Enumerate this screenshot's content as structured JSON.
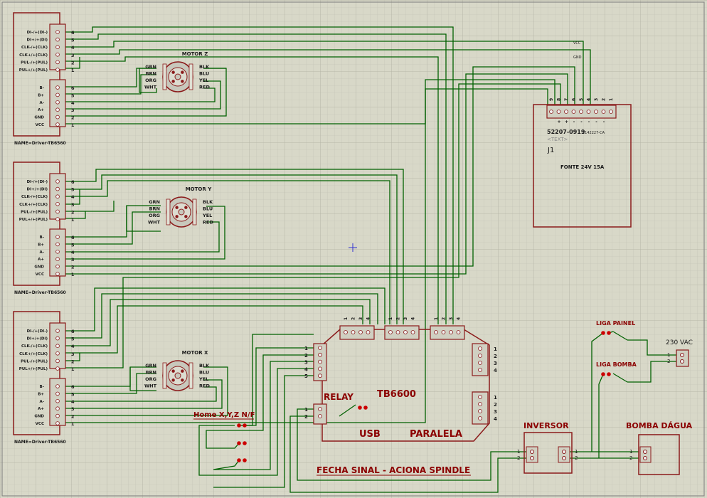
{
  "colors": {
    "background": "#d8d8c8",
    "grid_minor": "#c2c2b4",
    "grid_major": "#b0b0a2",
    "wire": "#006000",
    "component": "#8b1a1a",
    "label": "#8b0000",
    "text_dark": "#1a1a1a",
    "marker": "#3030d0"
  },
  "drivers": [
    {
      "id": "driver-1",
      "name_label": "NAME=Driver-TB6560",
      "top_pins": [
        "DI-/+(DI-)",
        "DI+/+(DI)",
        "CLK-/+(CLK)",
        "CLK+/+(CLK)",
        "PUL-/+(PUL)",
        "PUL+/+(PUL)"
      ],
      "top_numbers": [
        "6",
        "5",
        "4",
        "3",
        "2",
        "1"
      ],
      "bottom_pins": [
        "B-",
        "B+",
        "A-",
        "A+",
        "GND",
        "VCC"
      ],
      "bottom_numbers": [
        "6",
        "5",
        "4",
        "3",
        "2",
        "1"
      ]
    },
    {
      "id": "driver-2",
      "name_label": "NAME=Driver-TB6560",
      "top_pins": [
        "DI-/+(DI-)",
        "DI+/+(DI)",
        "CLK-/+(CLK)",
        "CLK+/+(CLK)",
        "PUL-/+(PUL)",
        "PUL+/+(PUL)"
      ],
      "top_numbers": [
        "6",
        "5",
        "4",
        "3",
        "2",
        "1"
      ],
      "bottom_pins": [
        "B-",
        "B+",
        "A-",
        "A+",
        "GND",
        "VCC"
      ],
      "bottom_numbers": [
        "6",
        "5",
        "4",
        "3",
        "2",
        "1"
      ]
    },
    {
      "id": "driver-3",
      "name_label": "NAME=Driver-TB6560",
      "top_pins": [
        "DI-/+(DI-)",
        "DI+/+(DI)",
        "CLK-/+(CLK)",
        "CLK+/+(CLK)",
        "PUL-/+(PUL)",
        "PUL+/+(PUL)"
      ],
      "top_numbers": [
        "6",
        "5",
        "4",
        "3",
        "2",
        "1"
      ],
      "bottom_pins": [
        "B-",
        "B+",
        "A-",
        "A+",
        "GND",
        "VCC"
      ],
      "bottom_numbers": [
        "6",
        "5",
        "4",
        "3",
        "2",
        "1"
      ]
    }
  ],
  "motors": [
    {
      "id": "motor-z",
      "title": "MOTOR Z",
      "left_wires": [
        "GRN",
        "BRN",
        "ORG",
        "WHT"
      ],
      "right_wires": [
        "BLK",
        "BLU",
        "YEL",
        "RED"
      ]
    },
    {
      "id": "motor-y",
      "title": "MOTOR Y",
      "left_wires": [
        "GRN",
        "BRN",
        "ORG",
        "WHT"
      ],
      "right_wires": [
        "BLK",
        "BLU",
        "YEL",
        "RED"
      ]
    },
    {
      "id": "motor-x",
      "title": "MOTOR X",
      "left_wires": [
        "GRN",
        "BRN",
        "ORG",
        "WHT"
      ],
      "right_wires": [
        "BLK",
        "BLU",
        "YEL",
        "RED"
      ]
    }
  ],
  "power_supply": {
    "part": "52207-0919",
    "part_extra": "1142227-CA",
    "text_placeholder": "<TEXT>",
    "ref": "J1",
    "label": "FONTE 24V 15A",
    "net_vcc": "VCC",
    "net_gnd": "GND",
    "pin_numbers": [
      "9",
      "8",
      "7",
      "6",
      "5",
      "4",
      "3",
      "2",
      "1"
    ],
    "pin_signs": [
      "+",
      "+",
      "-",
      "-",
      "-",
      "-",
      "-"
    ]
  },
  "board": {
    "title": "TB6600",
    "relay_label": "RELAY",
    "usb_label": "USB",
    "parallel_label": "PARALELA",
    "header_pins": [
      "1",
      "2",
      "3",
      "4"
    ],
    "left_header_pins": [
      "1",
      "2",
      "3",
      "4",
      "5"
    ],
    "right_header_pins": [
      "1",
      "2",
      "3",
      "4"
    ],
    "relay_pins": [
      "1",
      "2"
    ]
  },
  "home_label": "Home X,Y,Z N/F",
  "inverter": {
    "label": "INVERSOR",
    "pins": [
      "1",
      "2"
    ]
  },
  "pump": {
    "label": "BOMBA DÁGUA",
    "pins": [
      "1",
      "2"
    ]
  },
  "mains": {
    "label": "230 VAC",
    "pins": [
      "1",
      "2"
    ]
  },
  "switches": {
    "panel": "LIGA PAINEL",
    "pump": "LIGA BOMBA"
  },
  "spindle_label": "FECHA SINAL - ACIONA SPINDLE"
}
